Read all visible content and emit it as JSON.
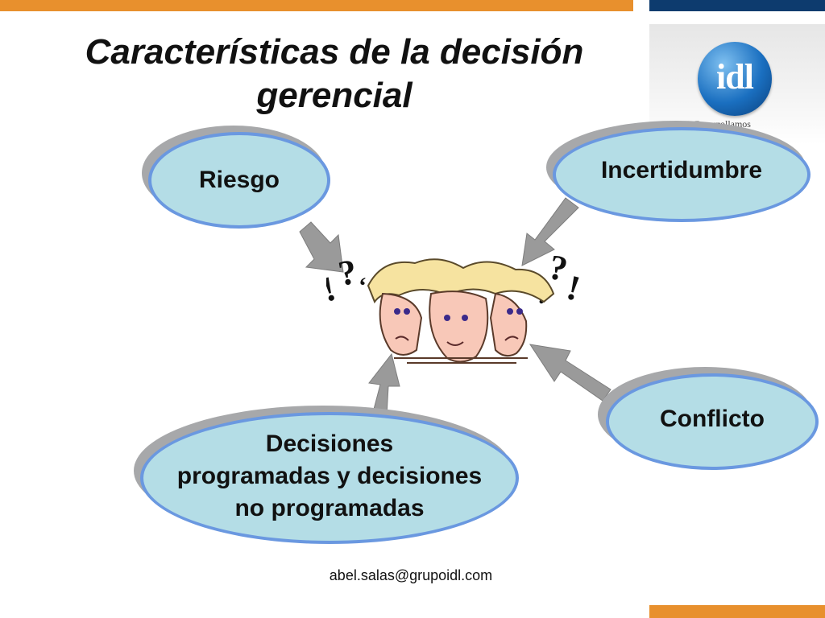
{
  "title": {
    "line1": "Características de la decisión",
    "line2": "gerencial"
  },
  "nodes": {
    "riesgo": "Riesgo",
    "incertidumbre": "Incertidumbre",
    "conflicto": "Conflicto",
    "decisiones": {
      "line1": "Decisiones",
      "line2": "programadas y decisiones",
      "line3": "no programadas"
    }
  },
  "logo": {
    "mark": "idl",
    "tagline": "Desarrollamos"
  },
  "footer": {
    "email": "abel.salas@grupoidl.com"
  },
  "colors": {
    "accent_orange": "#e8902d",
    "accent_navy": "#0d3b6e",
    "node_fill": "#b4dde6",
    "node_border": "#6a98e0",
    "arrow": "#9a9a9a"
  },
  "icons": [
    "confused-heads-icon",
    "question-exclamation-icon",
    "arrow-icon"
  ]
}
